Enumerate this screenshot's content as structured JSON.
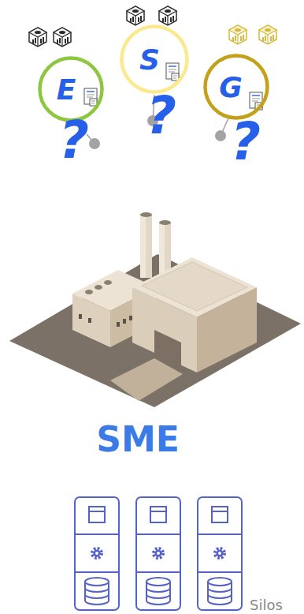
{
  "diagram": {
    "nodes": [
      {
        "text": [
          "E"
        ]
      },
      {
        "text": [
          "S"
        ]
      },
      {
        "text": [
          "G"
        ]
      }
    ],
    "labels": [
      "?",
      "?",
      "?",
      "SME",
      "Silos"
    ]
  }
}
